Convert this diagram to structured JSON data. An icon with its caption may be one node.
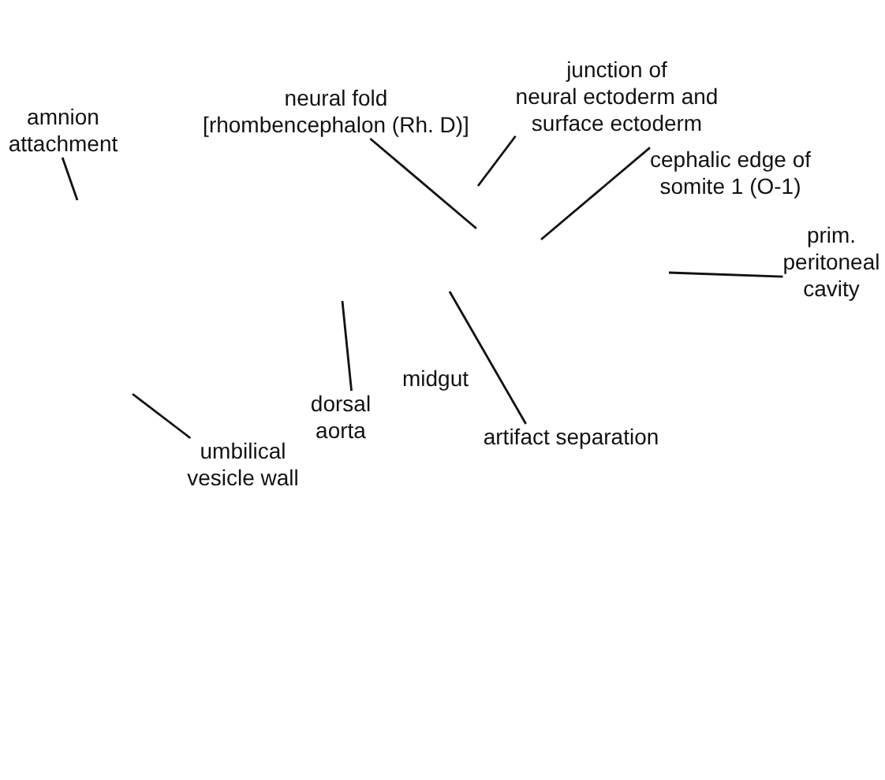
{
  "diagram": {
    "nodes": [
      {
        "text": [
          "amnion attachment"
        ]
      },
      {
        "text": [
          "neural fold [rhombencephalon (Rh. D)]"
        ]
      },
      {
        "text": [
          "junction of neural ectoderm and surface ectoderm"
        ]
      },
      {
        "text": [
          "cephalic edge of somite 1 (O-1)"
        ]
      },
      {
        "text": [
          "prim. peritoneal cavity"
        ]
      },
      {
        "text": [
          "umbilical vesicle wall"
        ]
      },
      {
        "text": [
          "dorsal aorta"
        ]
      },
      {
        "text": [
          "artifact separation"
        ]
      }
    ],
    "edges": [
      {
        "from": 0,
        "to": null,
        "arrow": "none"
      },
      {
        "from": 1,
        "to": null,
        "arrow": "none"
      },
      {
        "from": 2,
        "to": null,
        "arrow": "none"
      },
      {
        "from": 3,
        "to": null,
        "arrow": "none"
      },
      {
        "from": 4,
        "to": null,
        "arrow": "none"
      },
      {
        "from": 5,
        "to": null,
        "arrow": "none"
      },
      {
        "from": 6,
        "to": null,
        "arrow": "none"
      },
      {
        "from": 7,
        "to": null,
        "arrow": "none"
      }
    ],
    "labels": [
      "midgut"
    ]
  }
}
